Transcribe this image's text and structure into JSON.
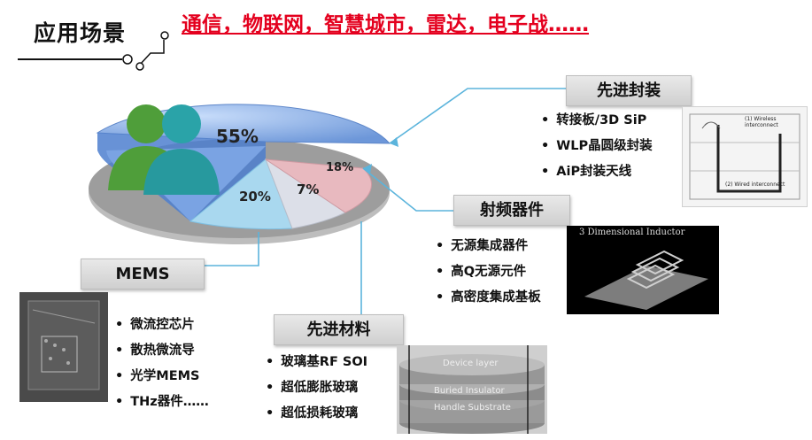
{
  "header": {
    "title": "应用场景",
    "applications": "通信，物联网，智慧城市，雷达，电子战……"
  },
  "chart_data": {
    "type": "pie",
    "slices": [
      {
        "label": "",
        "value": 55,
        "display": "55%",
        "color": "#8fb4e8"
      },
      {
        "label": "",
        "value": 20,
        "display": "20%",
        "color": "#a9d8ef"
      },
      {
        "label": "",
        "value": 7,
        "display": "7%",
        "color": "#dcdfe8"
      },
      {
        "label": "",
        "value": 18,
        "display": "18%",
        "color": "#e8b9bf"
      }
    ]
  },
  "categories": {
    "packaging": {
      "title": "先进封装",
      "items": [
        "转接板/3D SiP",
        "WLP晶圆级封装",
        "AiP封装天线"
      ],
      "image_texts": [
        "(1) Wireless interconnect",
        "(2) Wired interconnect"
      ]
    },
    "rf": {
      "title": "射频器件",
      "items": [
        "无源集成器件",
        "高Q无源元件",
        "高密度集成基板"
      ],
      "image_caption": "3 Dimensional Inductor"
    },
    "mems": {
      "title": "MEMS",
      "items": [
        "微流控芯片",
        "散热微流导",
        "光学MEMS",
        "THz器件……"
      ]
    },
    "materials": {
      "title": "先进材料",
      "items": [
        "玻璃基RF SOI",
        "超低膨胀玻璃",
        "超低损耗玻璃"
      ],
      "layers": [
        "Device layer",
        "Buried Insulator",
        "Handle Substrate"
      ]
    }
  },
  "colors": {
    "headline": "#e4001e",
    "connector": "#5bb4dc",
    "slice_large": "#8fb4e8",
    "slice_pink": "#e8b9bf",
    "slice_cyan": "#a9d8ef"
  }
}
